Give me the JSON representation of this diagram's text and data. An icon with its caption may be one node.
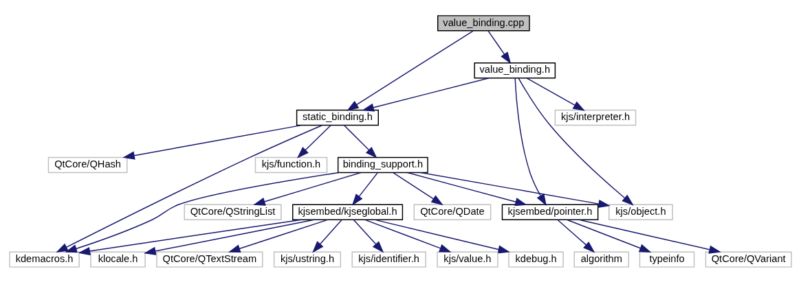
{
  "diagram": {
    "nodes": [
      {
        "text": [
          "value_binding.cpp"
        ]
      },
      {
        "text": [
          "value_binding.h"
        ]
      },
      {
        "text": [
          "kjs/interpreter.h"
        ]
      },
      {
        "text": [
          "static_binding.h"
        ]
      },
      {
        "text": [
          "kjs/function.h"
        ]
      },
      {
        "text": [
          "binding_support.h"
        ]
      },
      {
        "text": [
          "QtCore/QHash"
        ]
      },
      {
        "text": [
          "kjsembed/pointer.h"
        ]
      },
      {
        "text": [
          "kjs/object.h"
        ]
      },
      {
        "text": [
          "kjsembed/kjseglobal.h"
        ]
      },
      {
        "text": [
          "QtCore/QDate"
        ]
      },
      {
        "text": [
          "QtCore/QStringList"
        ]
      },
      {
        "text": [
          "QtCore/QVariant"
        ]
      },
      {
        "text": [
          "algorithm"
        ]
      },
      {
        "text": [
          "typeinfo"
        ]
      },
      {
        "text": [
          "kdebug.h"
        ]
      },
      {
        "text": [
          "klocale.h"
        ]
      },
      {
        "text": [
          "QtCore/QTextStream"
        ]
      },
      {
        "text": [
          "kjs/ustring.h"
        ]
      },
      {
        "text": [
          "kjs/identifier.h"
        ]
      },
      {
        "text": [
          "kjs/value.h"
        ]
      },
      {
        "text": [
          "kdemacros.h"
        ]
      }
    ],
    "edges": [
      {
        "from": 0,
        "to": 1,
        "arrow": "to"
      },
      {
        "from": 0,
        "to": 3,
        "arrow": "to"
      },
      {
        "from": 1,
        "to": 7,
        "arrow": "to"
      },
      {
        "from": 1,
        "to": 2,
        "arrow": "to"
      },
      {
        "from": 1,
        "to": 8,
        "arrow": "to"
      },
      {
        "from": 1,
        "to": 3,
        "arrow": "to"
      },
      {
        "from": 3,
        "to": 4,
        "arrow": "to"
      },
      {
        "from": 3,
        "to": 5,
        "arrow": "to"
      },
      {
        "from": 3,
        "to": 6,
        "arrow": "to"
      },
      {
        "from": 3,
        "to": 21,
        "arrow": "to"
      },
      {
        "from": 5,
        "to": 7,
        "arrow": "to"
      },
      {
        "from": 5,
        "to": 8,
        "arrow": "to"
      },
      {
        "from": 5,
        "to": 9,
        "arrow": "to"
      },
      {
        "from": 5,
        "to": 10,
        "arrow": "to"
      },
      {
        "from": 5,
        "to": 11,
        "arrow": "to"
      },
      {
        "from": 5,
        "to": 21,
        "arrow": "to"
      },
      {
        "from": 7,
        "to": 12,
        "arrow": "to"
      },
      {
        "from": 7,
        "to": 13,
        "arrow": "to"
      },
      {
        "from": 7,
        "to": 14,
        "arrow": "to"
      },
      {
        "from": 9,
        "to": 15,
        "arrow": "to"
      },
      {
        "from": 9,
        "to": 16,
        "arrow": "to"
      },
      {
        "from": 9,
        "to": 17,
        "arrow": "to"
      },
      {
        "from": 9,
        "to": 18,
        "arrow": "to"
      },
      {
        "from": 9,
        "to": 19,
        "arrow": "to"
      },
      {
        "from": 9,
        "to": 20,
        "arrow": "to"
      },
      {
        "from": 9,
        "to": 21,
        "arrow": "to"
      }
    ]
  }
}
